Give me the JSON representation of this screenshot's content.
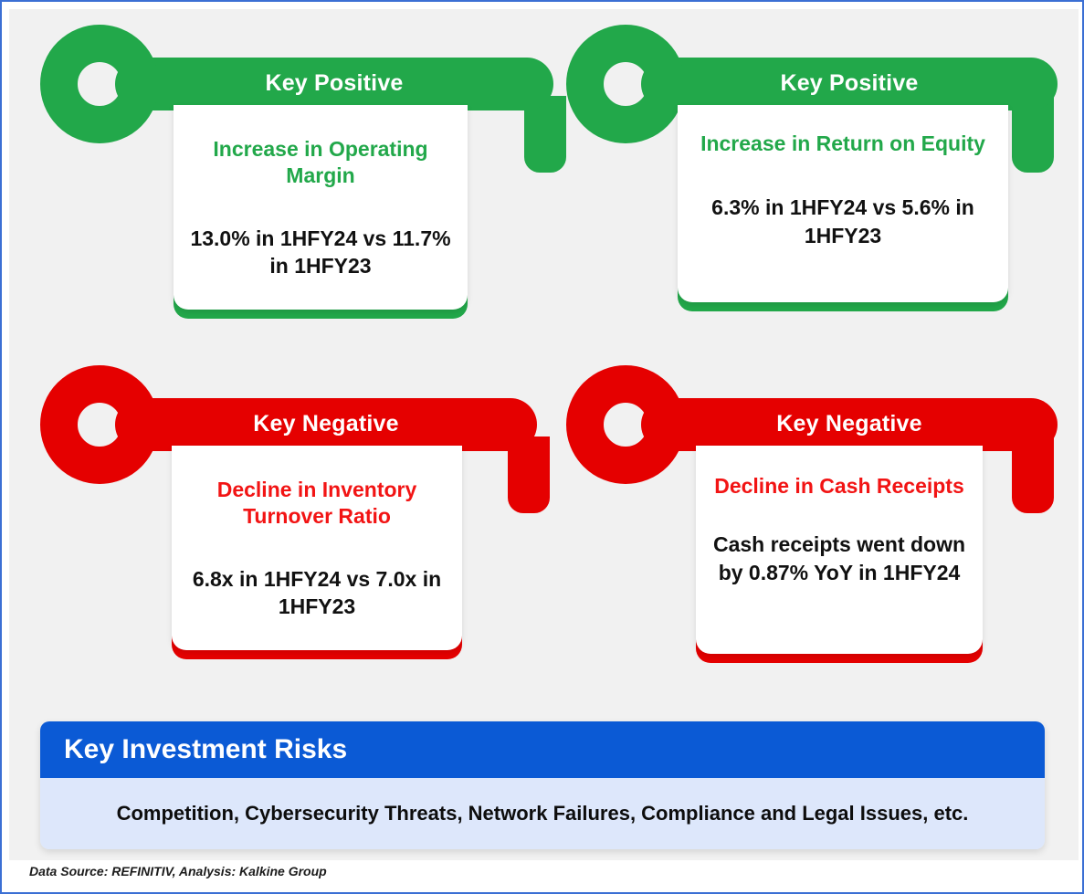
{
  "theme": {
    "green": "#22A84A",
    "red": "#E50000",
    "blue": "#0B5AD5",
    "blue_light": "#DDE7FB",
    "plate": "#F1F1F1",
    "border": "#3B6FD4",
    "text_dark": "#111111",
    "white": "#FFFFFF"
  },
  "cards": [
    {
      "badge": "Key Positive",
      "heading": "Increase in Operating Margin",
      "stat": "13.0% in 1HFY24 vs 11.7% in 1HFY23",
      "tone": "positive"
    },
    {
      "badge": "Key Positive",
      "heading": "Increase in Return on Equity",
      "stat": "6.3% in 1HFY24 vs 5.6% in 1HFY23",
      "tone": "positive"
    },
    {
      "badge": "Key Negative",
      "heading": "Decline in Inventory Turnover Ratio",
      "stat": "6.8x in 1HFY24 vs 7.0x in 1HFY23",
      "tone": "negative"
    },
    {
      "badge": "Key Negative",
      "heading": "Decline in Cash Receipts",
      "stat": "Cash receipts went down by 0.87% YoY in 1HFY24",
      "tone": "negative"
    }
  ],
  "risks": {
    "title": "Key Investment Risks",
    "text": "Competition, Cybersecurity Threats, Network Failures, Compliance and Legal Issues, etc."
  },
  "footer": {
    "source": "Data Source: REFINITIV, Analysis: Kalkine Group"
  }
}
